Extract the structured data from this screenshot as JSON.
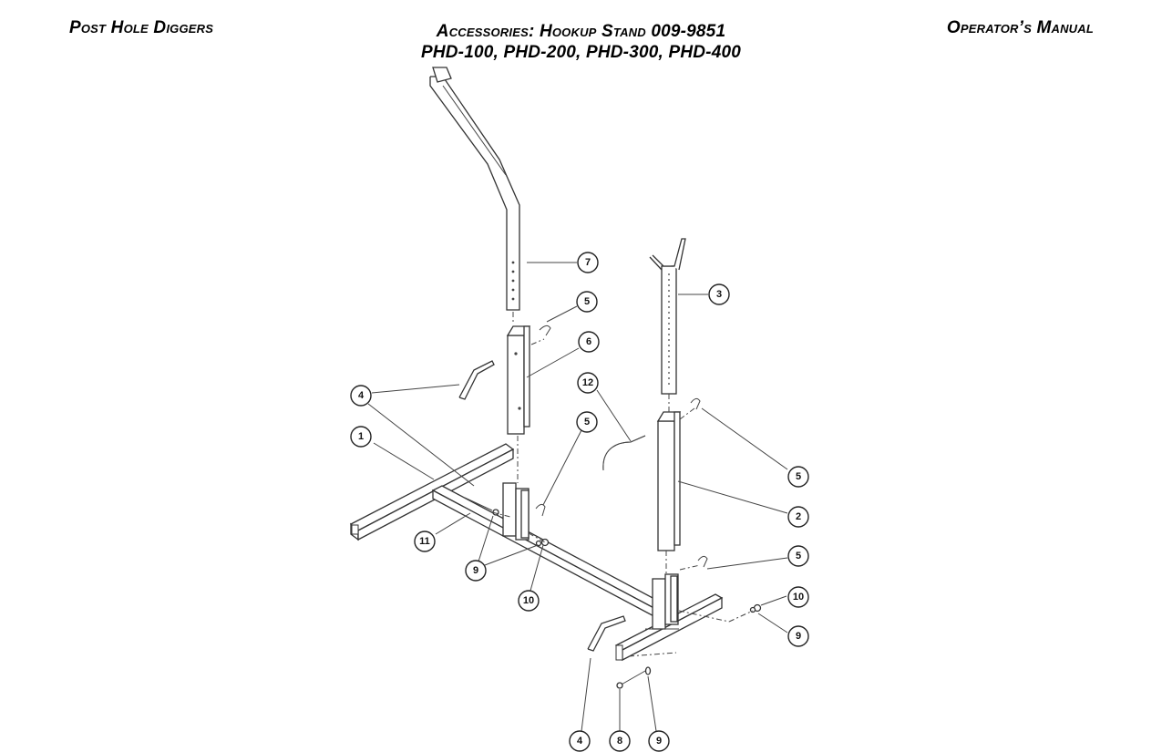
{
  "header": {
    "left": "Post Hole Diggers",
    "center_line1": "Accessories: Hookup Stand 009-9851",
    "center_line2": "PHD-100, PHD-200, PHD-300, PHD-400",
    "right": "Operator’s Manual"
  },
  "callouts": [
    "1",
    "2",
    "3",
    "4",
    "4",
    "5",
    "5",
    "5",
    "5",
    "6",
    "7",
    "8",
    "9",
    "9",
    "9",
    "10",
    "10",
    "11",
    "12"
  ]
}
